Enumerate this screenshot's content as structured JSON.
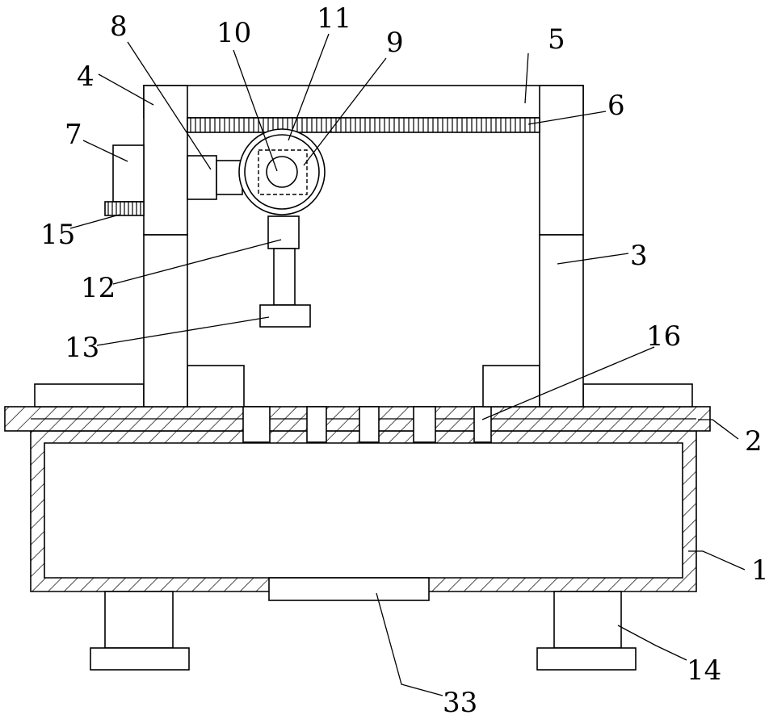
{
  "labels": {
    "l1": "1",
    "l2": "2",
    "l3": "3",
    "l4": "4",
    "l5": "5",
    "l6": "6",
    "l7": "7",
    "l8": "8",
    "l9": "9",
    "l10": "10",
    "l11": "11",
    "l12": "12",
    "l13": "13",
    "l14": "14",
    "l15": "15",
    "l16": "16",
    "l33": "33"
  },
  "colors": {
    "line": "#000000",
    "background": "#ffffff"
  }
}
